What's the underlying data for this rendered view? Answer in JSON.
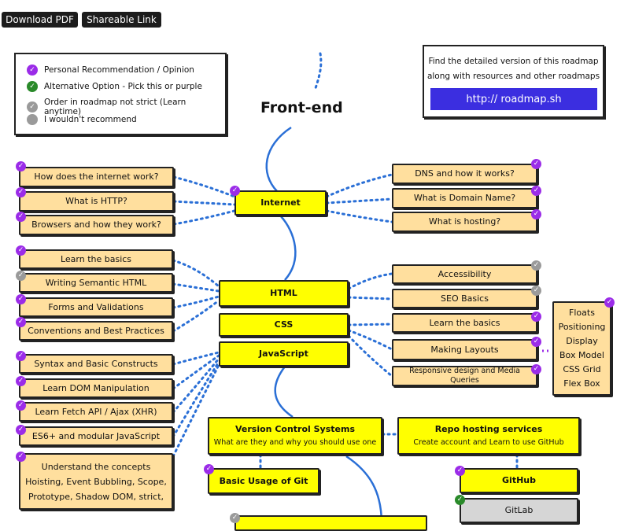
{
  "toolbar": {
    "download": "Download PDF",
    "share": "Shareable Link"
  },
  "legend": {
    "personal": "Personal Recommendation / Opinion",
    "alternative": "Alternative Option - Pick this or purple",
    "order": "Order in roadmap not strict (Learn anytime)",
    "not_recommend": "I wouldn't recommend"
  },
  "info": {
    "line1": "Find the detailed version of this roadmap",
    "line2": "along with resources and other roadmaps",
    "link": "http:// roadmap.sh"
  },
  "title": "Front-end",
  "colors": {
    "purple": "#9b2ce8",
    "green": "#2a8a2a",
    "grey": "#9a9a9a",
    "beige": "#ffdf9e",
    "yellow": "#ffff00",
    "link_bg": "#3b2ee0",
    "line_blue": "#2a6fd6"
  },
  "nodes": {
    "internet": "Internet",
    "html": "HTML",
    "css": "CSS",
    "javascript": "JavaScript",
    "vcs_title": "Version Control Systems",
    "vcs_sub": "What are they and why you should use one",
    "repo_title": "Repo hosting services",
    "repo_sub": "Create account and Learn to use GitHub",
    "git_basic": "Basic Usage of Git",
    "github": "GitHub",
    "gitlab": "GitLab"
  },
  "internet_left": [
    "How does the internet work?",
    "What is HTTP?",
    "Browsers and how they work?"
  ],
  "internet_right": [
    "DNS and how it works?",
    "What is Domain Name?",
    "What is hosting?"
  ],
  "html_left": [
    "Learn the basics",
    "Writing Semantic HTML",
    "Forms and Validations",
    "Conventions and Best Practices"
  ],
  "css_right": [
    "Accessibility",
    "SEO Basics",
    "Learn the basics",
    "Making Layouts",
    "Responsive design and Media Queries"
  ],
  "layouts": [
    "Floats",
    "Positioning",
    "Display",
    "Box Model",
    "CSS Grid",
    "Flex Box"
  ],
  "js_left": [
    "Syntax and Basic Constructs",
    "Learn DOM Manipulation",
    "Learn Fetch API / Ajax (XHR)",
    "ES6+ and modular JavaScript"
  ],
  "concepts": {
    "title": "Understand the concepts",
    "line1": "Hoisting, Event Bubbling, Scope,",
    "line2": "Prototype, Shadow DOM, strict,"
  }
}
